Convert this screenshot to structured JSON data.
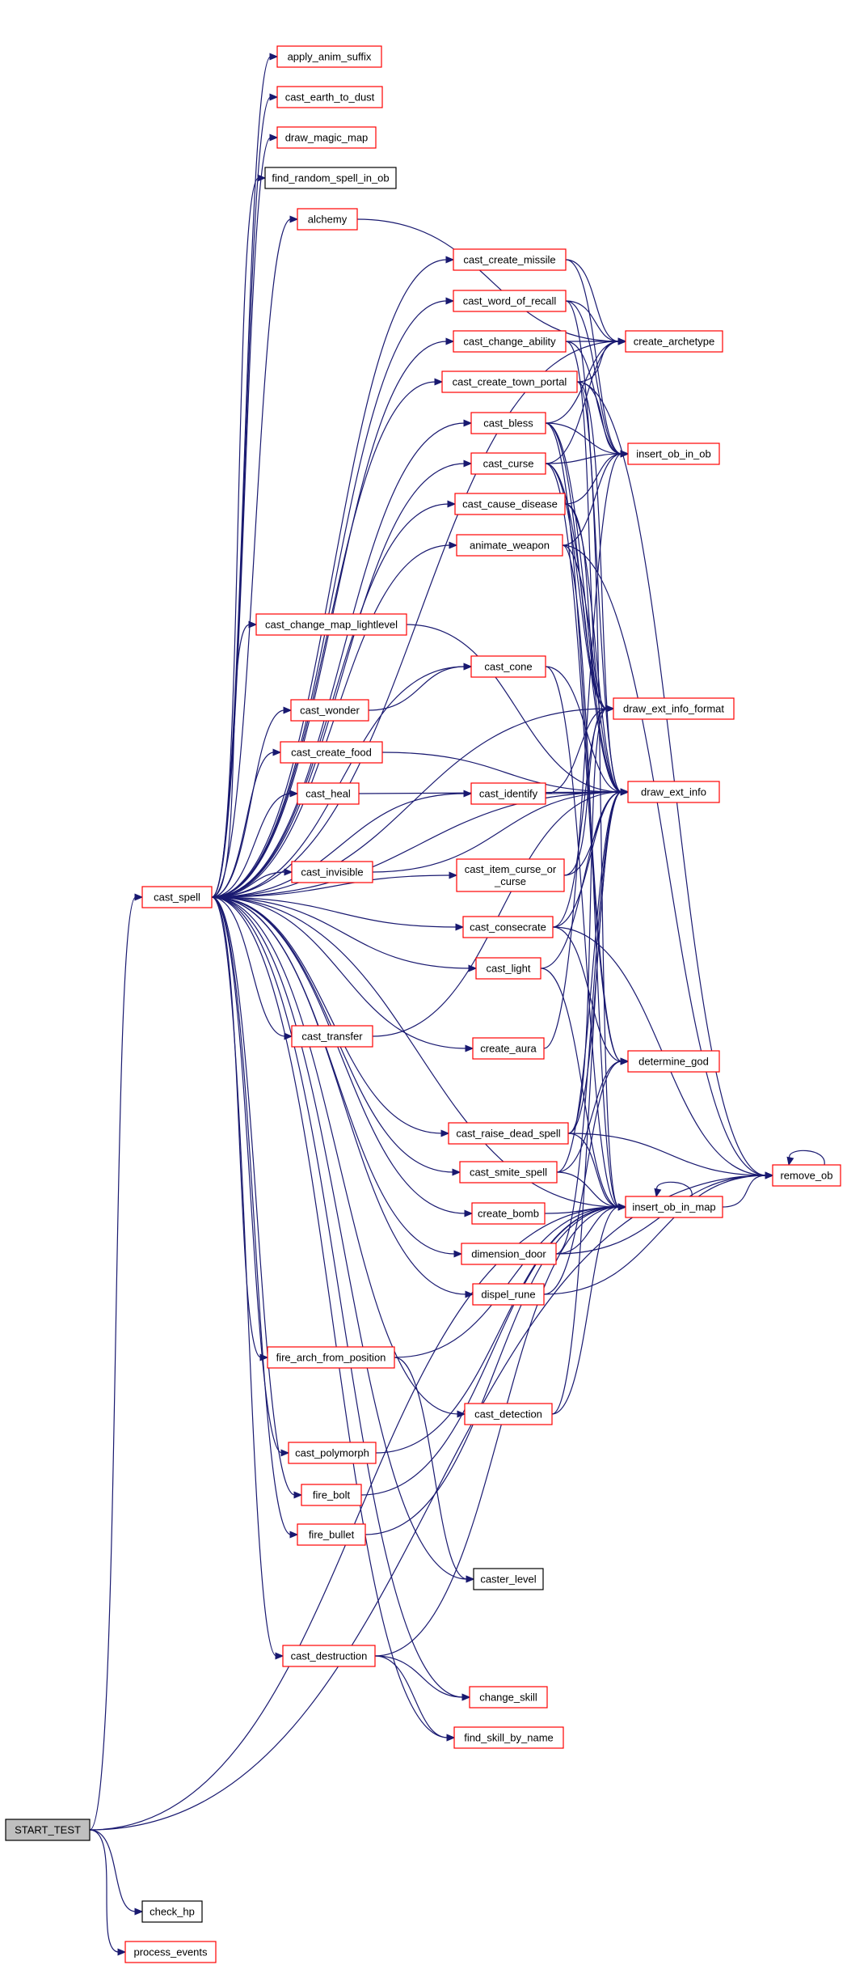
{
  "colors": {
    "edge": "#191970",
    "border_red": "#ff0000",
    "border_black": "#000000",
    "fill_root": "#bfbfbf",
    "fill_default": "#ffffff"
  },
  "nodes": [
    {
      "id": "START_TEST",
      "lines": [
        "START_TEST"
      ],
      "style": "root"
    },
    {
      "id": "cast_spell",
      "lines": [
        "cast_spell"
      ],
      "style": "red"
    },
    {
      "id": "check_hp",
      "lines": [
        "check_hp"
      ],
      "style": "black"
    },
    {
      "id": "process_events",
      "lines": [
        "process_events"
      ],
      "style": "red"
    },
    {
      "id": "remove_ob",
      "lines": [
        "remove_ob"
      ],
      "style": "red"
    },
    {
      "id": "insert_ob_in_map",
      "lines": [
        "insert_ob_in_map"
      ],
      "style": "red"
    },
    {
      "id": "apply_anim_suffix",
      "lines": [
        "apply_anim_suffix"
      ],
      "style": "red"
    },
    {
      "id": "cast_earth_to_dust",
      "lines": [
        "cast_earth_to_dust"
      ],
      "style": "red"
    },
    {
      "id": "draw_magic_map",
      "lines": [
        "draw_magic_map"
      ],
      "style": "red"
    },
    {
      "id": "find_random_spell_in_ob",
      "lines": [
        "find_random_spell_in_ob"
      ],
      "style": "black"
    },
    {
      "id": "alchemy",
      "lines": [
        "alchemy"
      ],
      "style": "red"
    },
    {
      "id": "cast_create_missile",
      "lines": [
        "cast_create_missile"
      ],
      "style": "red"
    },
    {
      "id": "cast_word_of_recall",
      "lines": [
        "cast_word_of_recall"
      ],
      "style": "red"
    },
    {
      "id": "cast_change_ability",
      "lines": [
        "cast_change_ability"
      ],
      "style": "red"
    },
    {
      "id": "cast_create_town_portal",
      "lines": [
        "cast_create_town_portal"
      ],
      "style": "red"
    },
    {
      "id": "cast_bless",
      "lines": [
        "cast_bless"
      ],
      "style": "red"
    },
    {
      "id": "cast_curse",
      "lines": [
        "cast_curse"
      ],
      "style": "red"
    },
    {
      "id": "cast_cause_disease",
      "lines": [
        "cast_cause_disease"
      ],
      "style": "red"
    },
    {
      "id": "animate_weapon",
      "lines": [
        "animate_weapon"
      ],
      "style": "red"
    },
    {
      "id": "cast_change_map_lightlevel",
      "lines": [
        "cast_change_map_lightlevel"
      ],
      "style": "red"
    },
    {
      "id": "cast_cone",
      "lines": [
        "cast_cone"
      ],
      "style": "red"
    },
    {
      "id": "cast_wonder",
      "lines": [
        "cast_wonder"
      ],
      "style": "red"
    },
    {
      "id": "cast_create_food",
      "lines": [
        "cast_create_food"
      ],
      "style": "red"
    },
    {
      "id": "cast_heal",
      "lines": [
        "cast_heal"
      ],
      "style": "red"
    },
    {
      "id": "cast_identify",
      "lines": [
        "cast_identify"
      ],
      "style": "red"
    },
    {
      "id": "cast_invisible",
      "lines": [
        "cast_invisible"
      ],
      "style": "red"
    },
    {
      "id": "cast_item_curse_or_curse",
      "lines": [
        "cast_item_curse_or",
        "_curse"
      ],
      "style": "red"
    },
    {
      "id": "cast_consecrate",
      "lines": [
        "cast_consecrate"
      ],
      "style": "red"
    },
    {
      "id": "cast_light",
      "lines": [
        "cast_light"
      ],
      "style": "red"
    },
    {
      "id": "cast_transfer",
      "lines": [
        "cast_transfer"
      ],
      "style": "red"
    },
    {
      "id": "create_aura",
      "lines": [
        "create_aura"
      ],
      "style": "red"
    },
    {
      "id": "cast_raise_dead_spell",
      "lines": [
        "cast_raise_dead_spell"
      ],
      "style": "red"
    },
    {
      "id": "cast_smite_spell",
      "lines": [
        "cast_smite_spell"
      ],
      "style": "red"
    },
    {
      "id": "create_bomb",
      "lines": [
        "create_bomb"
      ],
      "style": "red"
    },
    {
      "id": "dimension_door",
      "lines": [
        "dimension_door"
      ],
      "style": "red"
    },
    {
      "id": "dispel_rune",
      "lines": [
        "dispel_rune"
      ],
      "style": "red"
    },
    {
      "id": "fire_arch_from_position",
      "lines": [
        "fire_arch_from_position"
      ],
      "style": "red"
    },
    {
      "id": "cast_detection",
      "lines": [
        "cast_detection"
      ],
      "style": "red"
    },
    {
      "id": "cast_polymorph",
      "lines": [
        "cast_polymorph"
      ],
      "style": "red"
    },
    {
      "id": "fire_bolt",
      "lines": [
        "fire_bolt"
      ],
      "style": "red"
    },
    {
      "id": "fire_bullet",
      "lines": [
        "fire_bullet"
      ],
      "style": "red"
    },
    {
      "id": "caster_level",
      "lines": [
        "caster_level"
      ],
      "style": "black"
    },
    {
      "id": "cast_destruction",
      "lines": [
        "cast_destruction"
      ],
      "style": "red"
    },
    {
      "id": "change_skill",
      "lines": [
        "change_skill"
      ],
      "style": "red"
    },
    {
      "id": "find_skill_by_name",
      "lines": [
        "find_skill_by_name"
      ],
      "style": "red"
    },
    {
      "id": "create_archetype",
      "lines": [
        "create_archetype"
      ],
      "style": "red"
    },
    {
      "id": "insert_ob_in_ob",
      "lines": [
        "insert_ob_in_ob"
      ],
      "style": "red"
    },
    {
      "id": "draw_ext_info_format",
      "lines": [
        "draw_ext_info_format"
      ],
      "style": "red"
    },
    {
      "id": "draw_ext_info",
      "lines": [
        "draw_ext_info"
      ],
      "style": "red"
    },
    {
      "id": "determine_god",
      "lines": [
        "determine_god"
      ],
      "style": "red"
    }
  ],
  "edges": [
    [
      "START_TEST",
      "cast_spell"
    ],
    [
      "START_TEST",
      "check_hp"
    ],
    [
      "START_TEST",
      "process_events"
    ],
    [
      "START_TEST",
      "remove_ob"
    ],
    [
      "START_TEST",
      "insert_ob_in_map"
    ],
    [
      "cast_spell",
      "apply_anim_suffix"
    ],
    [
      "cast_spell",
      "cast_earth_to_dust"
    ],
    [
      "cast_spell",
      "draw_magic_map"
    ],
    [
      "cast_spell",
      "find_random_spell_in_ob"
    ],
    [
      "cast_spell",
      "alchemy"
    ],
    [
      "cast_spell",
      "cast_create_missile"
    ],
    [
      "cast_spell",
      "cast_word_of_recall"
    ],
    [
      "cast_spell",
      "cast_change_ability"
    ],
    [
      "cast_spell",
      "cast_create_town_portal"
    ],
    [
      "cast_spell",
      "cast_bless"
    ],
    [
      "cast_spell",
      "cast_curse"
    ],
    [
      "cast_spell",
      "cast_cause_disease"
    ],
    [
      "cast_spell",
      "animate_weapon"
    ],
    [
      "cast_spell",
      "cast_change_map_lightlevel"
    ],
    [
      "cast_spell",
      "cast_cone"
    ],
    [
      "cast_spell",
      "cast_wonder"
    ],
    [
      "cast_spell",
      "cast_create_food"
    ],
    [
      "cast_spell",
      "cast_heal"
    ],
    [
      "cast_spell",
      "cast_identify"
    ],
    [
      "cast_spell",
      "cast_invisible"
    ],
    [
      "cast_spell",
      "cast_item_curse_or_curse"
    ],
    [
      "cast_spell",
      "cast_consecrate"
    ],
    [
      "cast_spell",
      "cast_light"
    ],
    [
      "cast_spell",
      "cast_transfer"
    ],
    [
      "cast_spell",
      "create_aura"
    ],
    [
      "cast_spell",
      "cast_raise_dead_spell"
    ],
    [
      "cast_spell",
      "cast_smite_spell"
    ],
    [
      "cast_spell",
      "create_bomb"
    ],
    [
      "cast_spell",
      "dimension_door"
    ],
    [
      "cast_spell",
      "dispel_rune"
    ],
    [
      "cast_spell",
      "fire_arch_from_position"
    ],
    [
      "cast_spell",
      "cast_detection"
    ],
    [
      "cast_spell",
      "cast_polymorph"
    ],
    [
      "cast_spell",
      "fire_bolt"
    ],
    [
      "cast_spell",
      "fire_bullet"
    ],
    [
      "cast_spell",
      "caster_level"
    ],
    [
      "cast_spell",
      "cast_destruction"
    ],
    [
      "cast_spell",
      "change_skill"
    ],
    [
      "cast_spell",
      "find_skill_by_name"
    ],
    [
      "cast_spell",
      "create_archetype"
    ],
    [
      "cast_spell",
      "draw_ext_info_format"
    ],
    [
      "cast_spell",
      "draw_ext_info"
    ],
    [
      "cast_spell",
      "insert_ob_in_map"
    ],
    [
      "alchemy",
      "create_archetype"
    ],
    [
      "cast_create_missile",
      "create_archetype"
    ],
    [
      "cast_create_missile",
      "insert_ob_in_ob"
    ],
    [
      "cast_word_of_recall",
      "create_archetype"
    ],
    [
      "cast_word_of_recall",
      "insert_ob_in_ob"
    ],
    [
      "cast_word_of_recall",
      "draw_ext_info"
    ],
    [
      "cast_change_ability",
      "create_archetype"
    ],
    [
      "cast_change_ability",
      "insert_ob_in_ob"
    ],
    [
      "cast_change_ability",
      "draw_ext_info_format"
    ],
    [
      "cast_create_town_portal",
      "create_archetype"
    ],
    [
      "cast_create_town_portal",
      "insert_ob_in_ob"
    ],
    [
      "cast_create_town_portal",
      "remove_ob"
    ],
    [
      "cast_create_town_portal",
      "draw_ext_info"
    ],
    [
      "cast_create_town_portal",
      "insert_ob_in_map"
    ],
    [
      "cast_bless",
      "create_archetype"
    ],
    [
      "cast_bless",
      "insert_ob_in_ob"
    ],
    [
      "cast_bless",
      "draw_ext_info_format"
    ],
    [
      "cast_bless",
      "draw_ext_info"
    ],
    [
      "cast_bless",
      "determine_god"
    ],
    [
      "cast_curse",
      "create_archetype"
    ],
    [
      "cast_curse",
      "insert_ob_in_ob"
    ],
    [
      "cast_curse",
      "draw_ext_info_format"
    ],
    [
      "cast_curse",
      "draw_ext_info"
    ],
    [
      "cast_curse",
      "determine_god"
    ],
    [
      "cast_cause_disease",
      "insert_ob_in_ob"
    ],
    [
      "cast_cause_disease",
      "draw_ext_info_format"
    ],
    [
      "cast_cause_disease",
      "draw_ext_info"
    ],
    [
      "animate_weapon",
      "insert_ob_in_ob"
    ],
    [
      "animate_weapon",
      "remove_ob"
    ],
    [
      "animate_weapon",
      "draw_ext_info"
    ],
    [
      "animate_weapon",
      "insert_ob_in_map"
    ],
    [
      "cast_change_map_lightlevel",
      "draw_ext_info"
    ],
    [
      "cast_cone",
      "draw_ext_info"
    ],
    [
      "cast_cone",
      "insert_ob_in_map"
    ],
    [
      "cast_wonder",
      "cast_cone"
    ],
    [
      "cast_create_food",
      "draw_ext_info"
    ],
    [
      "cast_heal",
      "draw_ext_info"
    ],
    [
      "cast_identify",
      "draw_ext_info_format"
    ],
    [
      "cast_identify",
      "draw_ext_info"
    ],
    [
      "cast_invisible",
      "draw_ext_info"
    ],
    [
      "cast_item_curse_or_curse",
      "draw_ext_info_format"
    ],
    [
      "cast_item_curse_or_curse",
      "draw_ext_info"
    ],
    [
      "cast_consecrate",
      "draw_ext_info_format"
    ],
    [
      "cast_consecrate",
      "draw_ext_info"
    ],
    [
      "cast_consecrate",
      "determine_god"
    ],
    [
      "cast_consecrate",
      "remove_ob"
    ],
    [
      "cast_light",
      "draw_ext_info"
    ],
    [
      "cast_light",
      "insert_ob_in_map"
    ],
    [
      "cast_transfer",
      "draw_ext_info"
    ],
    [
      "create_aura",
      "insert_ob_in_ob"
    ],
    [
      "cast_raise_dead_spell",
      "draw_ext_info_format"
    ],
    [
      "cast_raise_dead_spell",
      "draw_ext_info"
    ],
    [
      "cast_raise_dead_spell",
      "insert_ob_in_map"
    ],
    [
      "cast_raise_dead_spell",
      "remove_ob"
    ],
    [
      "cast_smite_spell",
      "determine_god"
    ],
    [
      "cast_smite_spell",
      "insert_ob_in_map"
    ],
    [
      "cast_smite_spell",
      "draw_ext_info"
    ],
    [
      "create_bomb",
      "insert_ob_in_map"
    ],
    [
      "dimension_door",
      "insert_ob_in_map"
    ],
    [
      "dimension_door",
      "remove_ob"
    ],
    [
      "dimension_door",
      "draw_ext_info"
    ],
    [
      "dispel_rune",
      "determine_god"
    ],
    [
      "dispel_rune",
      "remove_ob"
    ],
    [
      "fire_arch_from_position",
      "caster_level"
    ],
    [
      "fire_arch_from_position",
      "insert_ob_in_map"
    ],
    [
      "cast_detection",
      "insert_ob_in_map"
    ],
    [
      "cast_detection",
      "draw_ext_info"
    ],
    [
      "cast_polymorph",
      "insert_ob_in_map"
    ],
    [
      "fire_bolt",
      "insert_ob_in_map"
    ],
    [
      "fire_bullet",
      "insert_ob_in_map"
    ],
    [
      "cast_destruction",
      "change_skill"
    ],
    [
      "cast_destruction",
      "find_skill_by_name"
    ],
    [
      "cast_destruction",
      "insert_ob_in_map"
    ],
    [
      "insert_ob_in_map",
      "insert_ob_in_map"
    ],
    [
      "insert_ob_in_map",
      "remove_ob"
    ],
    [
      "remove_ob",
      "remove_ob"
    ]
  ]
}
